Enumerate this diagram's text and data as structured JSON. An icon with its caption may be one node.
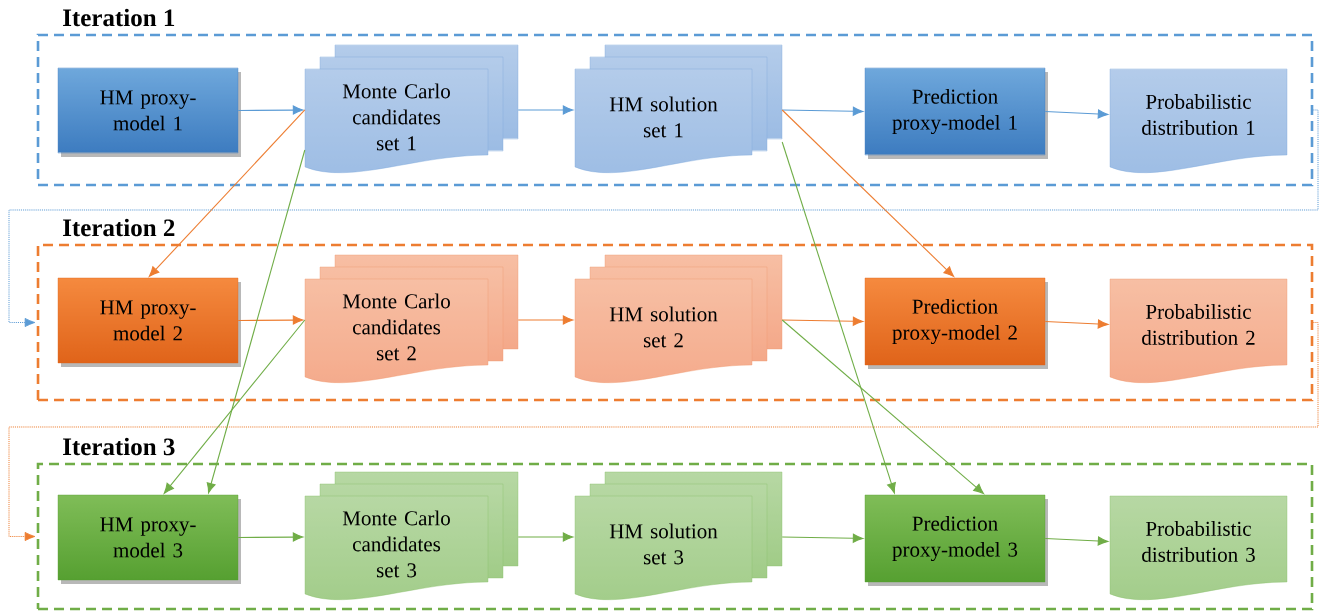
{
  "diagram": {
    "nodes": [
      {
        "text": [
          "Iteration 1"
        ]
      },
      {
        "text": [
          "HM proxy-model 1"
        ],
        "in": 0
      },
      {
        "text": [
          "Monte Carlo candidates set 1"
        ],
        "in": 0
      },
      {
        "text": [
          "HM solution set 1"
        ],
        "in": 0
      },
      {
        "text": [
          "Prediction proxy-model 1"
        ],
        "in": 0
      },
      {
        "text": [
          "Probabilistic distribution 1"
        ],
        "in": 0
      },
      {
        "text": [
          "Iteration 2"
        ]
      },
      {
        "text": [
          "HM proxy-model 2"
        ],
        "in": 6
      },
      {
        "text": [
          "Monte Carlo candidates set 2"
        ],
        "in": 6
      },
      {
        "text": [
          "HM solution set 2"
        ],
        "in": 6
      },
      {
        "text": [
          "Prediction proxy-model 2"
        ],
        "in": 6
      },
      {
        "text": [
          "Probabilistic distribution 2"
        ],
        "in": 6
      },
      {
        "text": [
          "Iteration 3"
        ]
      },
      {
        "text": [
          "HM proxy-model 3"
        ],
        "in": 12
      },
      {
        "text": [
          "Monte Carlo candidates set 3"
        ],
        "in": 12
      },
      {
        "text": [
          "HM solution set 3"
        ],
        "in": 12
      },
      {
        "text": [
          "Prediction proxy-model 3"
        ],
        "in": 12
      },
      {
        "text": [
          "Probabilistic distribution 3"
        ],
        "in": 12
      }
    ],
    "edges": [
      {
        "from": 1,
        "to": 2,
        "arrow": "to",
        "color": "#5b9bd5"
      },
      {
        "from": 2,
        "to": 3,
        "arrow": "to",
        "color": "#5b9bd5"
      },
      {
        "from": 3,
        "to": 4,
        "arrow": "to",
        "color": "#5b9bd5"
      },
      {
        "from": 4,
        "to": 5,
        "arrow": "to",
        "color": "#5b9bd5"
      },
      {
        "from": 7,
        "to": 8,
        "arrow": "to",
        "color": "#ed7d31"
      },
      {
        "from": 8,
        "to": 9,
        "arrow": "to",
        "color": "#ed7d31"
      },
      {
        "from": 9,
        "to": 10,
        "arrow": "to",
        "color": "#ed7d31"
      },
      {
        "from": 10,
        "to": 11,
        "arrow": "to",
        "color": "#ed7d31"
      },
      {
        "from": 13,
        "to": 14,
        "arrow": "to",
        "color": "#70ad47"
      },
      {
        "from": 14,
        "to": 15,
        "arrow": "to",
        "color": "#70ad47"
      },
      {
        "from": 15,
        "to": 16,
        "arrow": "to",
        "color": "#70ad47"
      },
      {
        "from": 16,
        "to": 17,
        "arrow": "to",
        "color": "#70ad47"
      },
      {
        "from": 2,
        "to": 7,
        "arrow": "to",
        "color": "#ed7d31"
      },
      {
        "from": 2,
        "to": 13,
        "arrow": "to",
        "color": "#70ad47"
      },
      {
        "from": 8,
        "to": 13,
        "arrow": "to",
        "color": "#70ad47"
      },
      {
        "from": 3,
        "to": 10,
        "arrow": "to",
        "color": "#ed7d31"
      },
      {
        "from": 3,
        "to": 16,
        "arrow": "to",
        "color": "#70ad47"
      },
      {
        "from": 9,
        "to": 16,
        "arrow": "to",
        "color": "#70ad47"
      },
      {
        "from": 0,
        "to": 6,
        "arrow": "to",
        "style": "dashed",
        "color": "#5b9bd5"
      },
      {
        "from": 6,
        "to": 12,
        "arrow": "to",
        "style": "dashed",
        "color": "#ed7d31"
      }
    ]
  }
}
